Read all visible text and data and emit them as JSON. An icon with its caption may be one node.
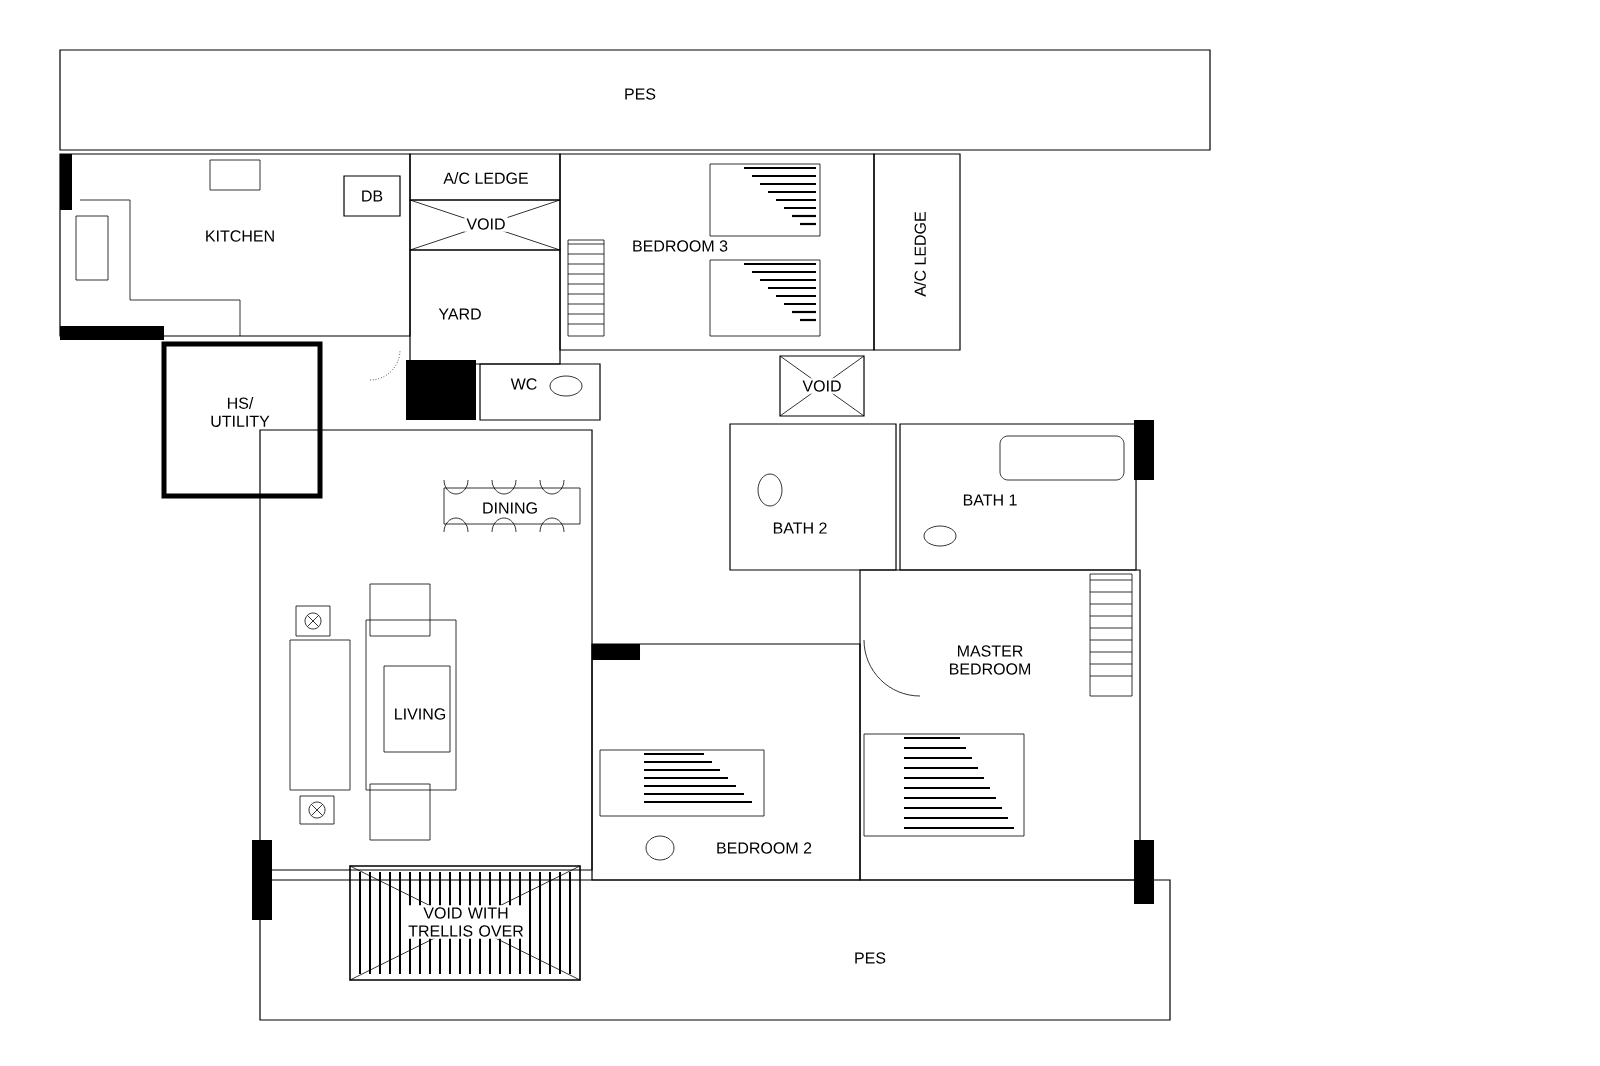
{
  "diagram": {
    "nodes": [
      {
        "text": [
          "PES"
        ]
      },
      {
        "text": [
          "KITCHEN"
        ]
      },
      {
        "text": [
          "DB"
        ],
        "in": 1
      },
      {
        "text": [
          "A/C LEDGE"
        ]
      },
      {
        "text": [
          "VOID"
        ]
      },
      {
        "text": [
          "YARD"
        ]
      },
      {
        "text": [
          "WC"
        ]
      },
      {
        "text": [
          "BEDROOM 3"
        ]
      },
      {
        "text": [
          "A/C LEDGE"
        ]
      },
      {
        "text": [
          "VOID"
        ]
      },
      {
        "text": [
          "HS/ UTILITY"
        ]
      },
      {
        "text": [
          "DINING",
          "LIVING"
        ]
      },
      {
        "text": [
          "BATH 2"
        ]
      },
      {
        "text": [
          "BATH 1"
        ]
      },
      {
        "text": [
          "MASTER BEDROOM"
        ]
      },
      {
        "text": [
          "BEDROOM 2"
        ]
      },
      {
        "text": [
          "VOID WITH TRELLIS OVER"
        ]
      },
      {
        "text": [
          "PES"
        ]
      }
    ]
  }
}
